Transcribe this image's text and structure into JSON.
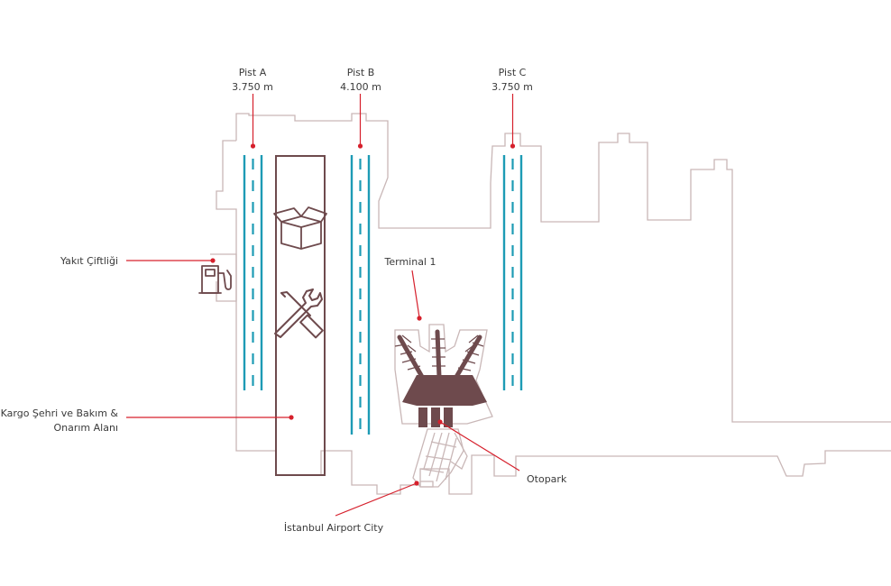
{
  "runways": [
    {
      "name": "Pist A",
      "length": "3.750 m"
    },
    {
      "name": "Pist B",
      "length": "4.100 m"
    },
    {
      "name": "Pist C",
      "length": "3.750 m"
    }
  ],
  "labels": {
    "fuel_farm": "Yakıt Çiftliği",
    "cargo_line1": "Kargo Şehri ve Bakım &",
    "cargo_line2": "Onarım Alanı",
    "terminal": "Terminal 1",
    "parking": "Otopark",
    "airport_city": "İstanbul Airport City"
  },
  "icons": [
    "fuel-pump-icon",
    "cargo-box-icon",
    "maintenance-tools-icon"
  ],
  "colors": {
    "runway": "#1d9bb5",
    "leader": "#d6202c",
    "building": "#6e4a4d",
    "outline": "#c9b7b7"
  }
}
